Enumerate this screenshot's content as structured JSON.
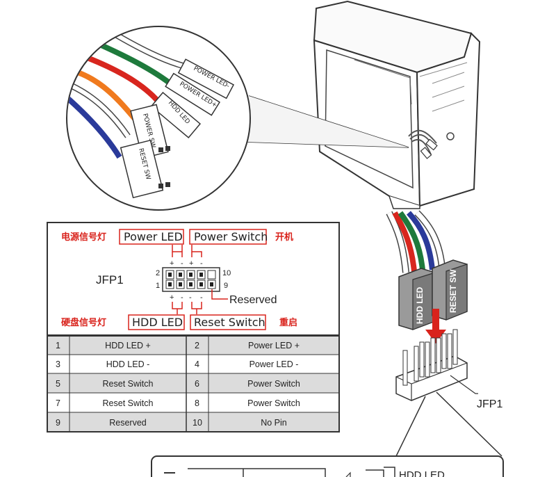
{
  "connectors": {
    "power_led_minus": "POWER LED-",
    "power_led_plus": "POWER LED+",
    "hdd_led": "HDD LED",
    "power_sw": "POWER SW",
    "reset_sw": "RESET SW"
  },
  "legend": {
    "cn_power_led": "电源信号灯",
    "power_led": "Power LED",
    "power_switch": "Power Switch",
    "cn_power_on": "开机",
    "cn_hdd_led": "硬盘信号灯",
    "hdd_led": "HDD LED",
    "reset_switch": "Reset Switch",
    "cn_restart": "重启",
    "header_name": "JFP1",
    "reserved": "Reserved",
    "pin_2": "2",
    "pin_1": "1",
    "pin_10": "10",
    "pin_9": "9",
    "plus": "+",
    "minus": "-"
  },
  "pin_table": {
    "rows": [
      {
        "p1": "1",
        "n1": "HDD LED +",
        "p2": "2",
        "n2": "Power LED +"
      },
      {
        "p1": "3",
        "n1": "HDD LED -",
        "p2": "4",
        "n2": "Power LED -"
      },
      {
        "p1": "5",
        "n1": "Reset Switch",
        "p2": "6",
        "n2": "Power Switch"
      },
      {
        "p1": "7",
        "n1": "Reset Switch",
        "p2": "8",
        "n2": "Power Switch"
      },
      {
        "p1": "9",
        "n1": "Reserved",
        "p2": "10",
        "n2": "No Pin"
      }
    ]
  },
  "right_view": {
    "hdd_led_conn": "HDD LED",
    "reset_sw_conn": "RESET SW",
    "header_name": "JFP1"
  },
  "bottom_detail": {
    "hdd_led": "HDD LED"
  },
  "colors": {
    "accent_red": "#d9231c",
    "wire_green": "#1e7a3c",
    "wire_red": "#d8261e",
    "wire_orange": "#f07a1e",
    "wire_blue": "#2a3a9a",
    "wire_white": "#ffffff",
    "table_shade": "#dcdcdc"
  }
}
